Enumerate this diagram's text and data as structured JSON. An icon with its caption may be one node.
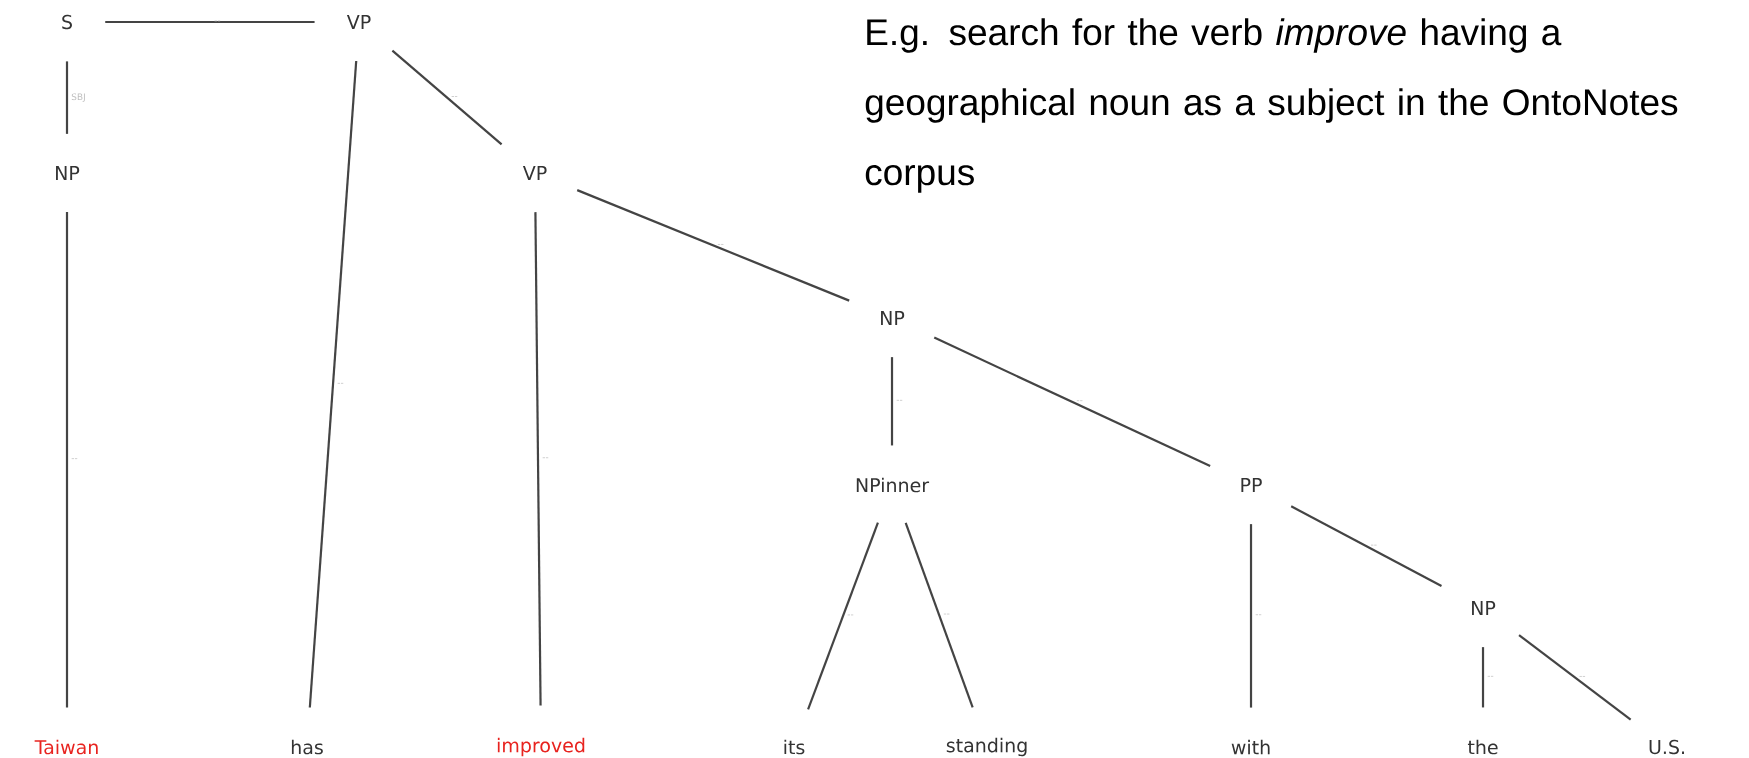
{
  "diagram": {
    "nodes": [
      {
        "text": [
          "S"
        ]
      },
      {
        "text": [
          "VP"
        ]
      },
      {
        "text": [
          "NP"
        ]
      },
      {
        "text": [
          "VP"
        ]
      },
      {
        "text": [
          "NP"
        ]
      },
      {
        "text": [
          "NPinner"
        ]
      },
      {
        "text": [
          "PP"
        ]
      },
      {
        "text": [
          "NP"
        ]
      },
      {
        "text": [
          "Taiwan"
        ]
      },
      {
        "text": [
          "has"
        ]
      },
      {
        "text": [
          "improved"
        ]
      },
      {
        "text": [
          "its"
        ]
      },
      {
        "text": [
          "standing"
        ]
      },
      {
        "text": [
          "with"
        ]
      },
      {
        "text": [
          "the"
        ]
      },
      {
        "text": [
          "U.S."
        ]
      }
    ],
    "edges": [
      {
        "from": 0,
        "to": 1,
        "arrow": "none",
        "label": "--"
      },
      {
        "from": 0,
        "to": 2,
        "arrow": "none",
        "label": "SBJ"
      },
      {
        "from": 2,
        "to": 8,
        "arrow": "none",
        "label": "--"
      },
      {
        "from": 1,
        "to": 9,
        "arrow": "none",
        "label": "--"
      },
      {
        "from": 1,
        "to": 3,
        "arrow": "none",
        "label": "--"
      },
      {
        "from": 3,
        "to": 10,
        "arrow": "none",
        "label": "--"
      },
      {
        "from": 3,
        "to": 4,
        "arrow": "none",
        "label": "--"
      },
      {
        "from": 4,
        "to": 5,
        "arrow": "none",
        "label": "--"
      },
      {
        "from": 4,
        "to": 6,
        "arrow": "none",
        "label": "--"
      },
      {
        "from": 5,
        "to": 11,
        "arrow": "none",
        "label": "--"
      },
      {
        "from": 5,
        "to": 12,
        "arrow": "none",
        "label": "--"
      },
      {
        "from": 6,
        "to": 13,
        "arrow": "none",
        "label": "--"
      },
      {
        "from": 6,
        "to": 7,
        "arrow": "none",
        "label": "--"
      },
      {
        "from": 7,
        "to": 14,
        "arrow": "none",
        "label": "--"
      },
      {
        "from": 7,
        "to": 15,
        "arrow": "none",
        "label": "--"
      }
    ],
    "labels": [
      "E.g. search for the verb *improve* having a geographical noun as a subject in the OntoNotes corpus"
    ]
  }
}
